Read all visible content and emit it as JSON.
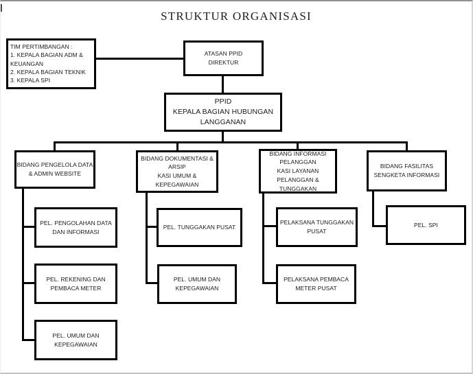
{
  "title": "STRUKTUR ORGANISASI",
  "colors": {
    "background": "#ffffff",
    "box_border": "#000000",
    "connector": "#000000",
    "text": "#1a1a1a"
  },
  "nodes": {
    "tim_pertimbangan": {
      "label": "TIM PERTIMBANGAN  :\n1. KEPALA  BAGIAN ADM &\nKEUANGAN\n2. KEPALA  BAGIAN TEKNIK\n3. KEPALA  SPI"
    },
    "atasan_ppid": {
      "label": "ATASAN PPID\nDIREKTUR"
    },
    "ppid": {
      "label": "PPID\nKEPALA BAGIAN HUBUNGAN\nLANGGANAN"
    },
    "bidang_pengelola_data": {
      "label": "BIDANG  PENGELOLA  DATA\n& ADMIN  WEBSITE"
    },
    "bidang_dokumentasi_arsip": {
      "label": "BIDANG  DOKUMENTASI &\nARSIP\nKASI UMUM &\nKEPEGAWAIAN"
    },
    "bidang_informasi_pelanggan": {
      "label": "BIDANG  INFORMASI\nPELANGGAN\nKASI LAYANAN\nPELANGGAN  &\nTUNGGAKAN"
    },
    "bidang_fasilitas_sengketa": {
      "label": "BIDANG  FASILITAS\nSENGKETA  INFORMASI"
    },
    "pel_pengolahan_data": {
      "label": "PEL. PENGOLAHAN  DATA\nDAN INFORMASI"
    },
    "pel_rekening_pembaca_meter": {
      "label": "PEL. REKENING  DAN\nPEMBACA  METER"
    },
    "pel_umum_kepegawaian_1": {
      "label": "PEL. UMUM DAN\nKEPEGAWAIAN"
    },
    "pel_tunggakan_pusat": {
      "label": "PEL. TUNGGAKAN  PUSAT"
    },
    "pel_umum_kepegawaian_2": {
      "label": "PEL. UMUM DAN\nKEPEGAWAIAN"
    },
    "pelaksana_tunggakan_pusat": {
      "label": "PELAKSANA  TUNGGAKAN\nPUSAT"
    },
    "pelaksana_pembaca_meter_pusat": {
      "label": "PELAKSANA  PEMBACA\nMETER PUSAT"
    },
    "pel_spi": {
      "label": "PEL. SPI"
    }
  },
  "edges": [
    [
      "tim_pertimbangan",
      "atasan_ppid"
    ],
    [
      "atasan_ppid",
      "ppid"
    ],
    [
      "ppid",
      "bidang_pengelola_data"
    ],
    [
      "ppid",
      "bidang_dokumentasi_arsip"
    ],
    [
      "ppid",
      "bidang_informasi_pelanggan"
    ],
    [
      "ppid",
      "bidang_fasilitas_sengketa"
    ],
    [
      "bidang_pengelola_data",
      "pel_pengolahan_data"
    ],
    [
      "bidang_pengelola_data",
      "pel_rekening_pembaca_meter"
    ],
    [
      "bidang_pengelola_data",
      "pel_umum_kepegawaian_1"
    ],
    [
      "bidang_dokumentasi_arsip",
      "pel_tunggakan_pusat"
    ],
    [
      "bidang_dokumentasi_arsip",
      "pel_umum_kepegawaian_2"
    ],
    [
      "bidang_informasi_pelanggan",
      "pelaksana_tunggakan_pusat"
    ],
    [
      "bidang_informasi_pelanggan",
      "pelaksana_pembaca_meter_pusat"
    ],
    [
      "bidang_fasilitas_sengketa",
      "pel_spi"
    ]
  ]
}
